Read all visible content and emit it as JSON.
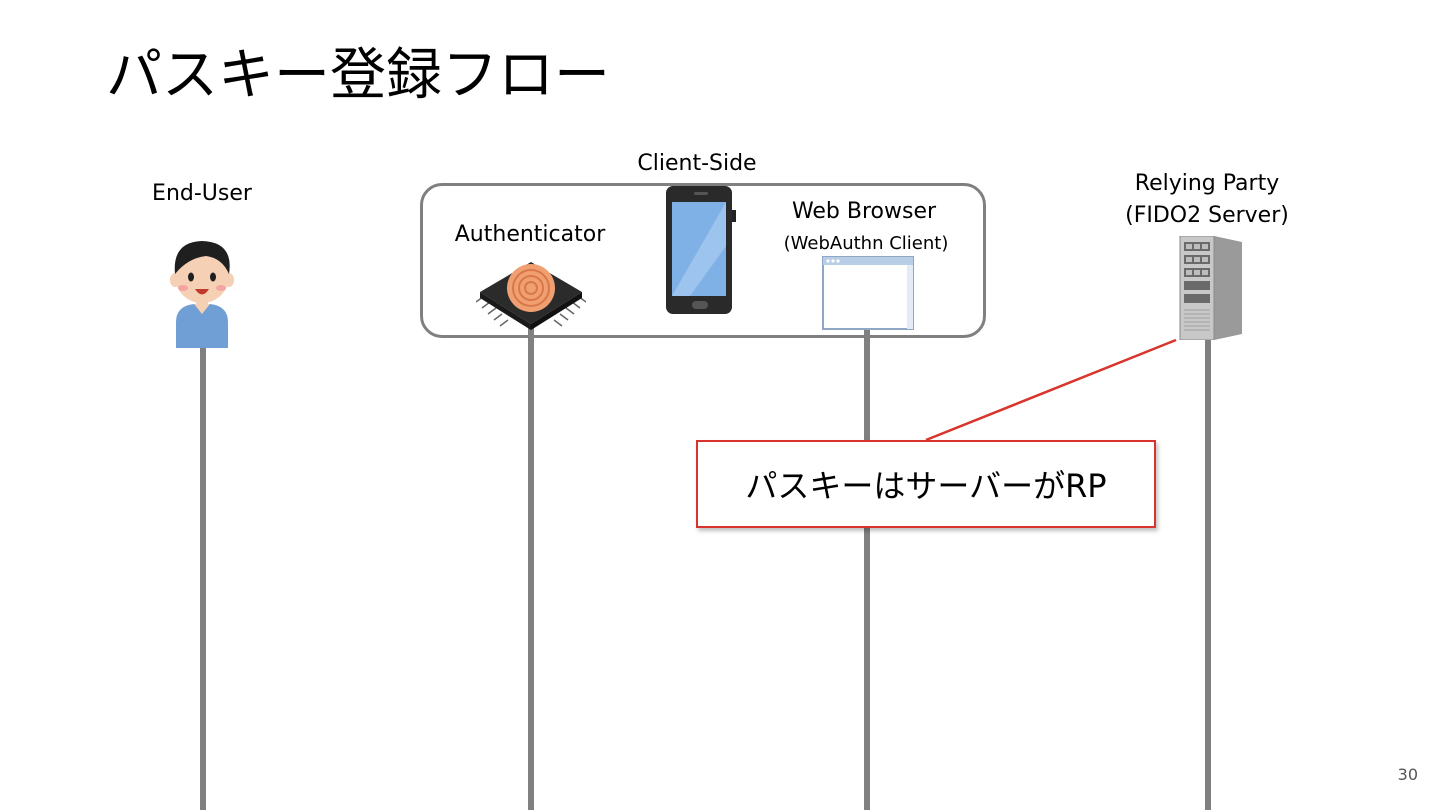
{
  "slide": {
    "title": "パスキー登録フロー",
    "page_number": "30"
  },
  "group": {
    "label": "Client-Side"
  },
  "actors": [
    {
      "id": "end-user",
      "label": "End-User",
      "icon": "person-icon"
    },
    {
      "id": "authenticator",
      "label": "Authenticator",
      "icon": "fingerprint-chip-icon"
    },
    {
      "id": "smartphone",
      "label": "",
      "icon": "smartphone-icon"
    },
    {
      "id": "web-browser",
      "label": "Web Browser",
      "sublabel": "(WebAuthn Client)",
      "icon": "browser-window-icon"
    },
    {
      "id": "relying-party",
      "label": "Relying Party",
      "sublabel": "(FIDO2 Server)",
      "icon": "server-icon"
    }
  ],
  "callout": {
    "text": "パスキーはサーバーがRP"
  },
  "colors": {
    "lifeline": "#808080",
    "callout_border": "#d9342b",
    "accent_red": "#d9342b"
  }
}
